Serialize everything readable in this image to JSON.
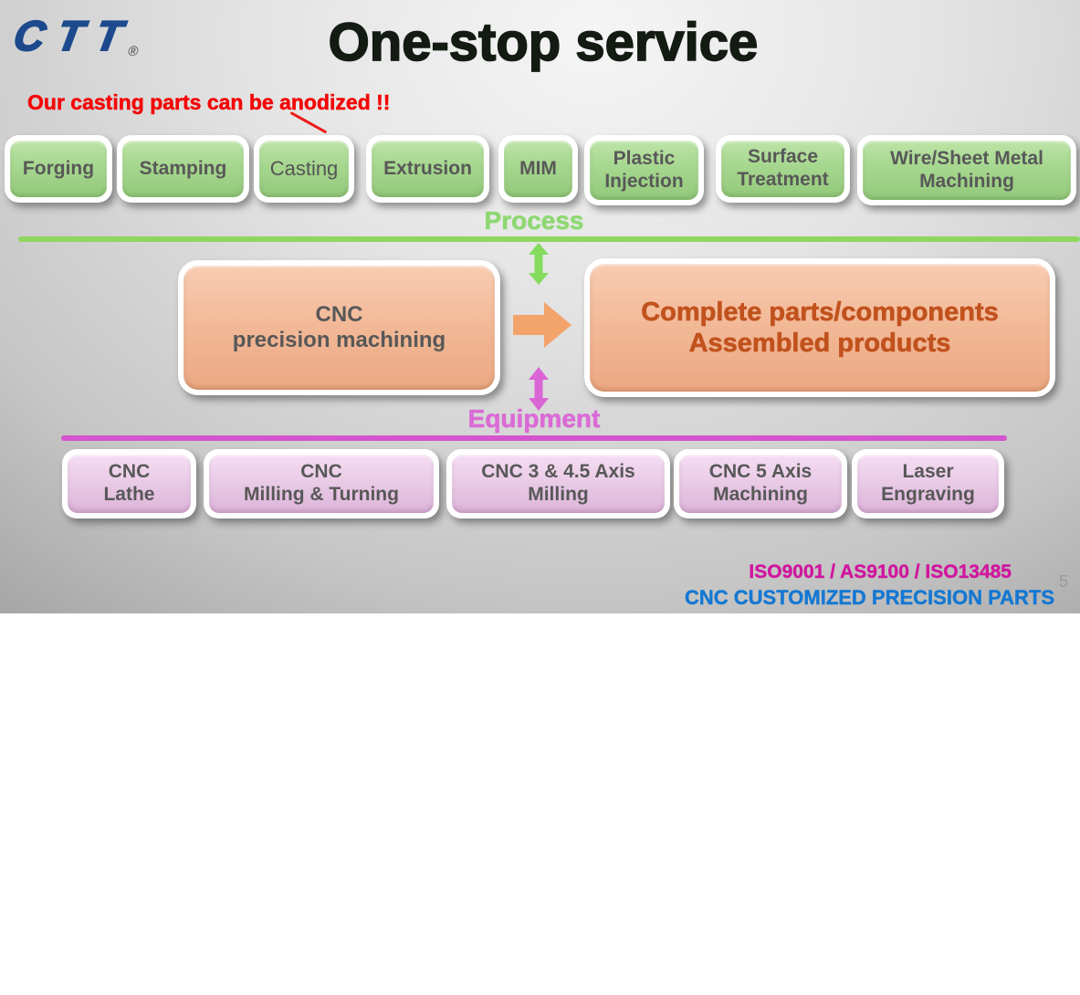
{
  "logo": {
    "brand": "CTT",
    "registered_mark": "®"
  },
  "title": "One-stop service",
  "annotation": "Our casting parts can be anodized !!",
  "process": {
    "label": "Process",
    "boxes": [
      "Forging",
      "Stamping",
      "Casting",
      "Extrusion",
      "MIM",
      "Plastic\nInjection",
      "Surface\nTreatment",
      "Wire/Sheet Metal\nMachining"
    ]
  },
  "flow": {
    "source_box": "CNC\nprecision machining",
    "result_box": "Complete parts/components\nAssembled products"
  },
  "equipment": {
    "label": "Equipment",
    "boxes": [
      "CNC\nLathe",
      "CNC\nMilling & Turning",
      "CNC 3 & 4.5 Axis\nMilling",
      "CNC 5 Axis\nMachining",
      "Laser\nEngraving"
    ]
  },
  "footer": {
    "certifications": "ISO9001 / AS9100 / ISO13485",
    "tagline": "CNC CUSTOMIZED PRECISION PARTS",
    "page_number": "5"
  },
  "colors": {
    "logo_navy": "#1c4a8d",
    "annotation_red": "#f40606",
    "process_green": "#8fd65f",
    "equipment_pink": "#d455ce",
    "flow_arrow_orange": "#f3a46b",
    "result_text_orange": "#c1521d",
    "certification_magenta": "#d0169e",
    "tagline_blue": "#1478d2"
  }
}
